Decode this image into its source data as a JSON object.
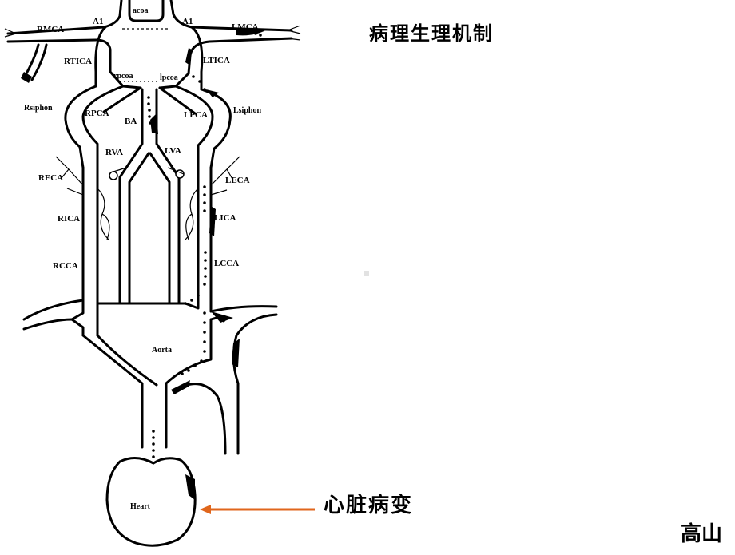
{
  "title": "病理生理机制",
  "heart_disease_label": "心脏病变",
  "author": "高山",
  "colors": {
    "arrow": "#e0661c",
    "ink": "#000000"
  },
  "vessel_labels": {
    "acoa": "acoa",
    "a1_left": "A1",
    "a1_right": "A1",
    "rmca": "RMCA",
    "lmca": "LMCA",
    "rtica": "RTICA",
    "ltica": "LTICA",
    "rpcoa": "rpcoa",
    "lpcoa": "lpcoa",
    "rsiphon": "Rsiphon",
    "lsiphon": "Lsiphon",
    "rpca": "RPCA",
    "lpca": "LPCA",
    "ba": "BA",
    "rva": "RVA",
    "lva": "LVA",
    "reca": "RECA",
    "leca": "LECA",
    "rica": "RICA",
    "lica": "LICA",
    "rcca": "RCCA",
    "lcca": "LCCA",
    "aorta": "Aorta",
    "heart": "Heart"
  }
}
